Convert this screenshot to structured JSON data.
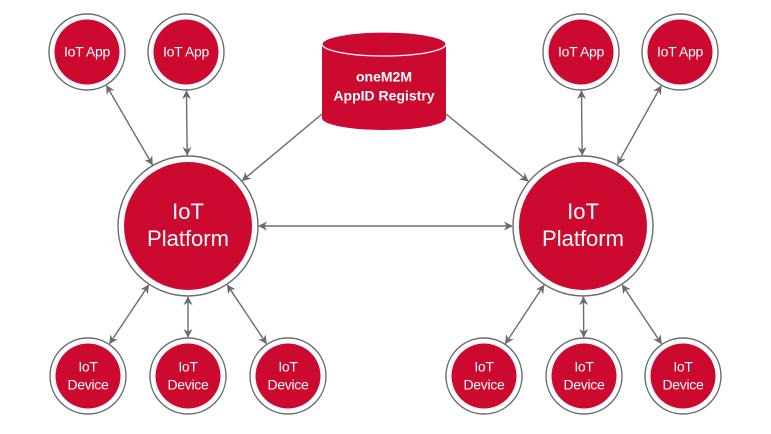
{
  "colors": {
    "node_fill": "#cc0a2f",
    "ring_stroke": "#6b6b6e",
    "arrow": "#6b6b6e",
    "text": "#ffffff",
    "background": "#ffffff"
  },
  "registry": {
    "line1": "oneM2M",
    "line2": "AppID Registry"
  },
  "platforms": [
    {
      "id": "platform-left",
      "line1": "IoT",
      "line2": "Platform"
    },
    {
      "id": "platform-right",
      "line1": "IoT",
      "line2": "Platform"
    }
  ],
  "apps": [
    {
      "id": "app-left-1",
      "label": "IoT App",
      "platform": "platform-left"
    },
    {
      "id": "app-left-2",
      "label": "IoT App",
      "platform": "platform-left"
    },
    {
      "id": "app-right-1",
      "label": "IoT App",
      "platform": "platform-right"
    },
    {
      "id": "app-right-2",
      "label": "IoT App",
      "platform": "platform-right"
    }
  ],
  "devices": [
    {
      "id": "device-left-1",
      "line1": "IoT",
      "line2": "Device",
      "platform": "platform-left"
    },
    {
      "id": "device-left-2",
      "line1": "IoT",
      "line2": "Device",
      "platform": "platform-left"
    },
    {
      "id": "device-left-3",
      "line1": "IoT",
      "line2": "Device",
      "platform": "platform-left"
    },
    {
      "id": "device-right-1",
      "line1": "IoT",
      "line2": "Device",
      "platform": "platform-right"
    },
    {
      "id": "device-right-2",
      "line1": "IoT",
      "line2": "Device",
      "platform": "platform-right"
    },
    {
      "id": "device-right-3",
      "line1": "IoT",
      "line2": "Device",
      "platform": "platform-right"
    }
  ],
  "edges": [
    {
      "from": "registry",
      "to": "platform-left",
      "direction": "one-way"
    },
    {
      "from": "registry",
      "to": "platform-right",
      "direction": "one-way"
    },
    {
      "from": "platform-left",
      "to": "platform-right",
      "direction": "bidirectional"
    },
    {
      "from": "app-left-1",
      "to": "platform-left",
      "direction": "bidirectional"
    },
    {
      "from": "app-left-2",
      "to": "platform-left",
      "direction": "bidirectional"
    },
    {
      "from": "app-right-1",
      "to": "platform-right",
      "direction": "bidirectional"
    },
    {
      "from": "app-right-2",
      "to": "platform-right",
      "direction": "bidirectional"
    },
    {
      "from": "device-left-1",
      "to": "platform-left",
      "direction": "bidirectional"
    },
    {
      "from": "device-left-2",
      "to": "platform-left",
      "direction": "bidirectional"
    },
    {
      "from": "device-left-3",
      "to": "platform-left",
      "direction": "bidirectional"
    },
    {
      "from": "device-right-1",
      "to": "platform-right",
      "direction": "bidirectional"
    },
    {
      "from": "device-right-2",
      "to": "platform-right",
      "direction": "bidirectional"
    },
    {
      "from": "device-right-3",
      "to": "platform-right",
      "direction": "bidirectional"
    }
  ]
}
